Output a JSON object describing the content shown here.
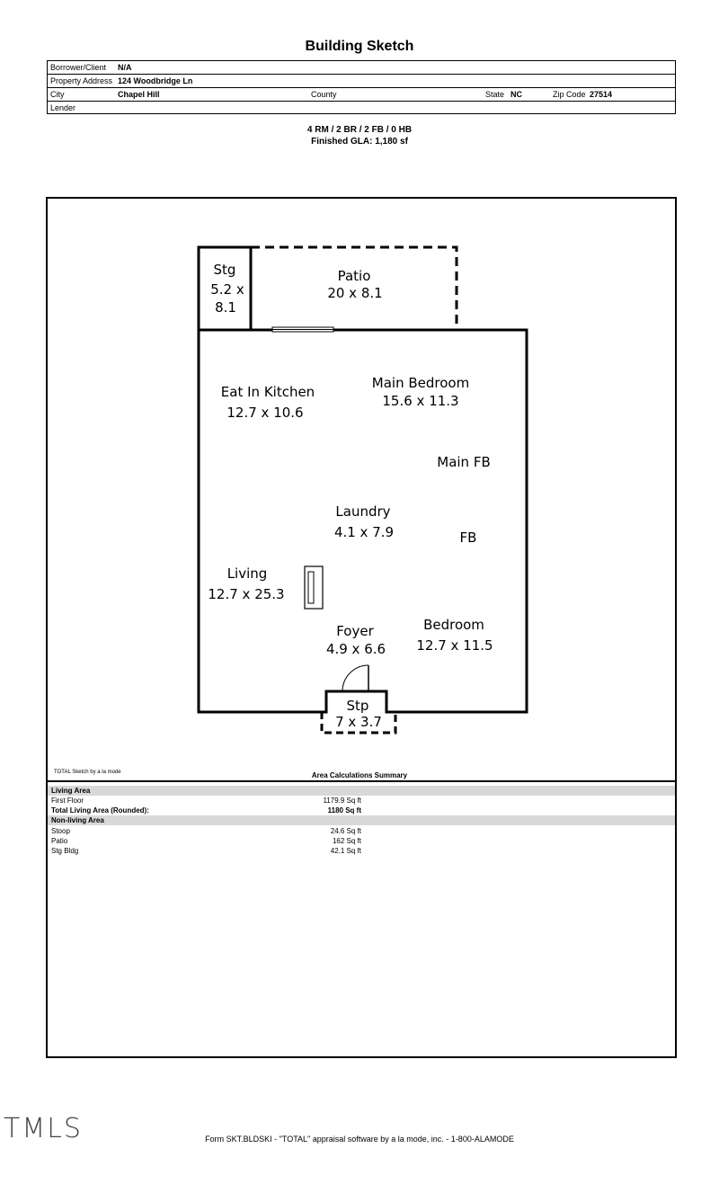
{
  "header": {
    "title": "Building Sketch"
  },
  "info": {
    "borrower_label": "Borrower/Client",
    "borrower_value": "N/A",
    "address_label": "Property Address",
    "address_value": "124 Woodbridge Ln",
    "city_label": "City",
    "city_value": "Chapel Hill",
    "county_label": "County",
    "state_label": "State",
    "state_value": "NC",
    "zip_label": "Zip Code",
    "zip_value": "27514",
    "lender_label": "Lender"
  },
  "summary": {
    "rooms": "4 RM / 2 BR / 2 FB / 0 HB",
    "gla": "Finished GLA: 1,180 sf"
  },
  "rooms": {
    "stg_name": "Stg",
    "stg_dim_a": "5.2 x",
    "stg_dim_b": "8.1",
    "patio_name": "Patio",
    "patio_dim": "20 x 8.1",
    "kitchen_name": "Eat In Kitchen",
    "kitchen_dim": "12.7 x 10.6",
    "main_bedroom_name": "Main Bedroom",
    "main_bedroom_dim": "15.6 x 11.3",
    "main_fb_name": "Main FB",
    "laundry_name": "Laundry",
    "laundry_dim": "4.1 x 7.9",
    "fb_name": "FB",
    "living_name": "Living",
    "living_dim": "12.7 x 25.3",
    "foyer_name": "Foyer",
    "foyer_dim": "4.9 x 6.6",
    "bedroom_name": "Bedroom",
    "bedroom_dim": "12.7 x 11.5",
    "stp_name": "Stp",
    "stp_dim": "7 x 3.7"
  },
  "area": {
    "credit": "TOTAL Sketch by a la mode",
    "title": "Area Calculations Summary",
    "living_header": "Living Area",
    "first_floor_label": "First Floor",
    "first_floor_value": "1179.9 Sq ft",
    "total_label": "Total Living Area (Rounded):",
    "total_value": "1180 Sq ft",
    "nonliving_header": "Non-living Area",
    "stoop_label": "Stoop",
    "stoop_value": "24.6 Sq ft",
    "patio_label": "Patio",
    "patio_value": "162 Sq ft",
    "stg_label": "Stg Bldg",
    "stg_value": "42.1 Sq ft"
  },
  "watermark": "TMLS",
  "footer": "Form SKT.BLDSKI - \"TOTAL\" appraisal software by a la mode, inc. - 1-800-ALAMODE"
}
